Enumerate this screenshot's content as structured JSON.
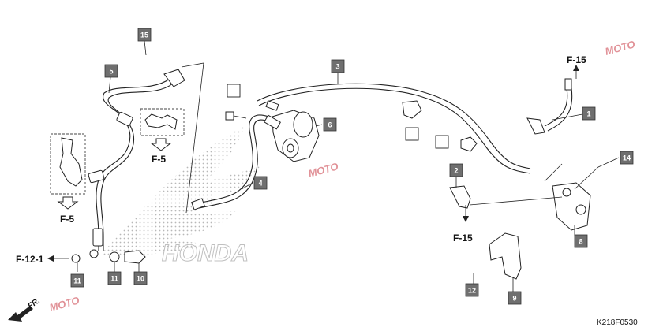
{
  "diagram_code": "K218F0530",
  "direction_label": "FR.",
  "callouts": {
    "c1": "1",
    "c2": "2",
    "c3": "3",
    "c4": "4",
    "c5": "5",
    "c6": "6",
    "c8": "8",
    "c9": "9",
    "c10": "10",
    "c11a": "11",
    "c11b": "11",
    "c12": "12",
    "c14": "14",
    "c15": "15"
  },
  "refs": {
    "f15_top": "F-15",
    "f15_bottom": "F-15",
    "f5_center": "F-5",
    "f5_left": "F-5",
    "f12_1": "F-12-1"
  },
  "brand_watermark": "HONDA",
  "site_watermark": "MOTO",
  "colors": {
    "callout_fill": "#6f6f6f",
    "line": "#222222",
    "watermark": "#c93a44"
  }
}
